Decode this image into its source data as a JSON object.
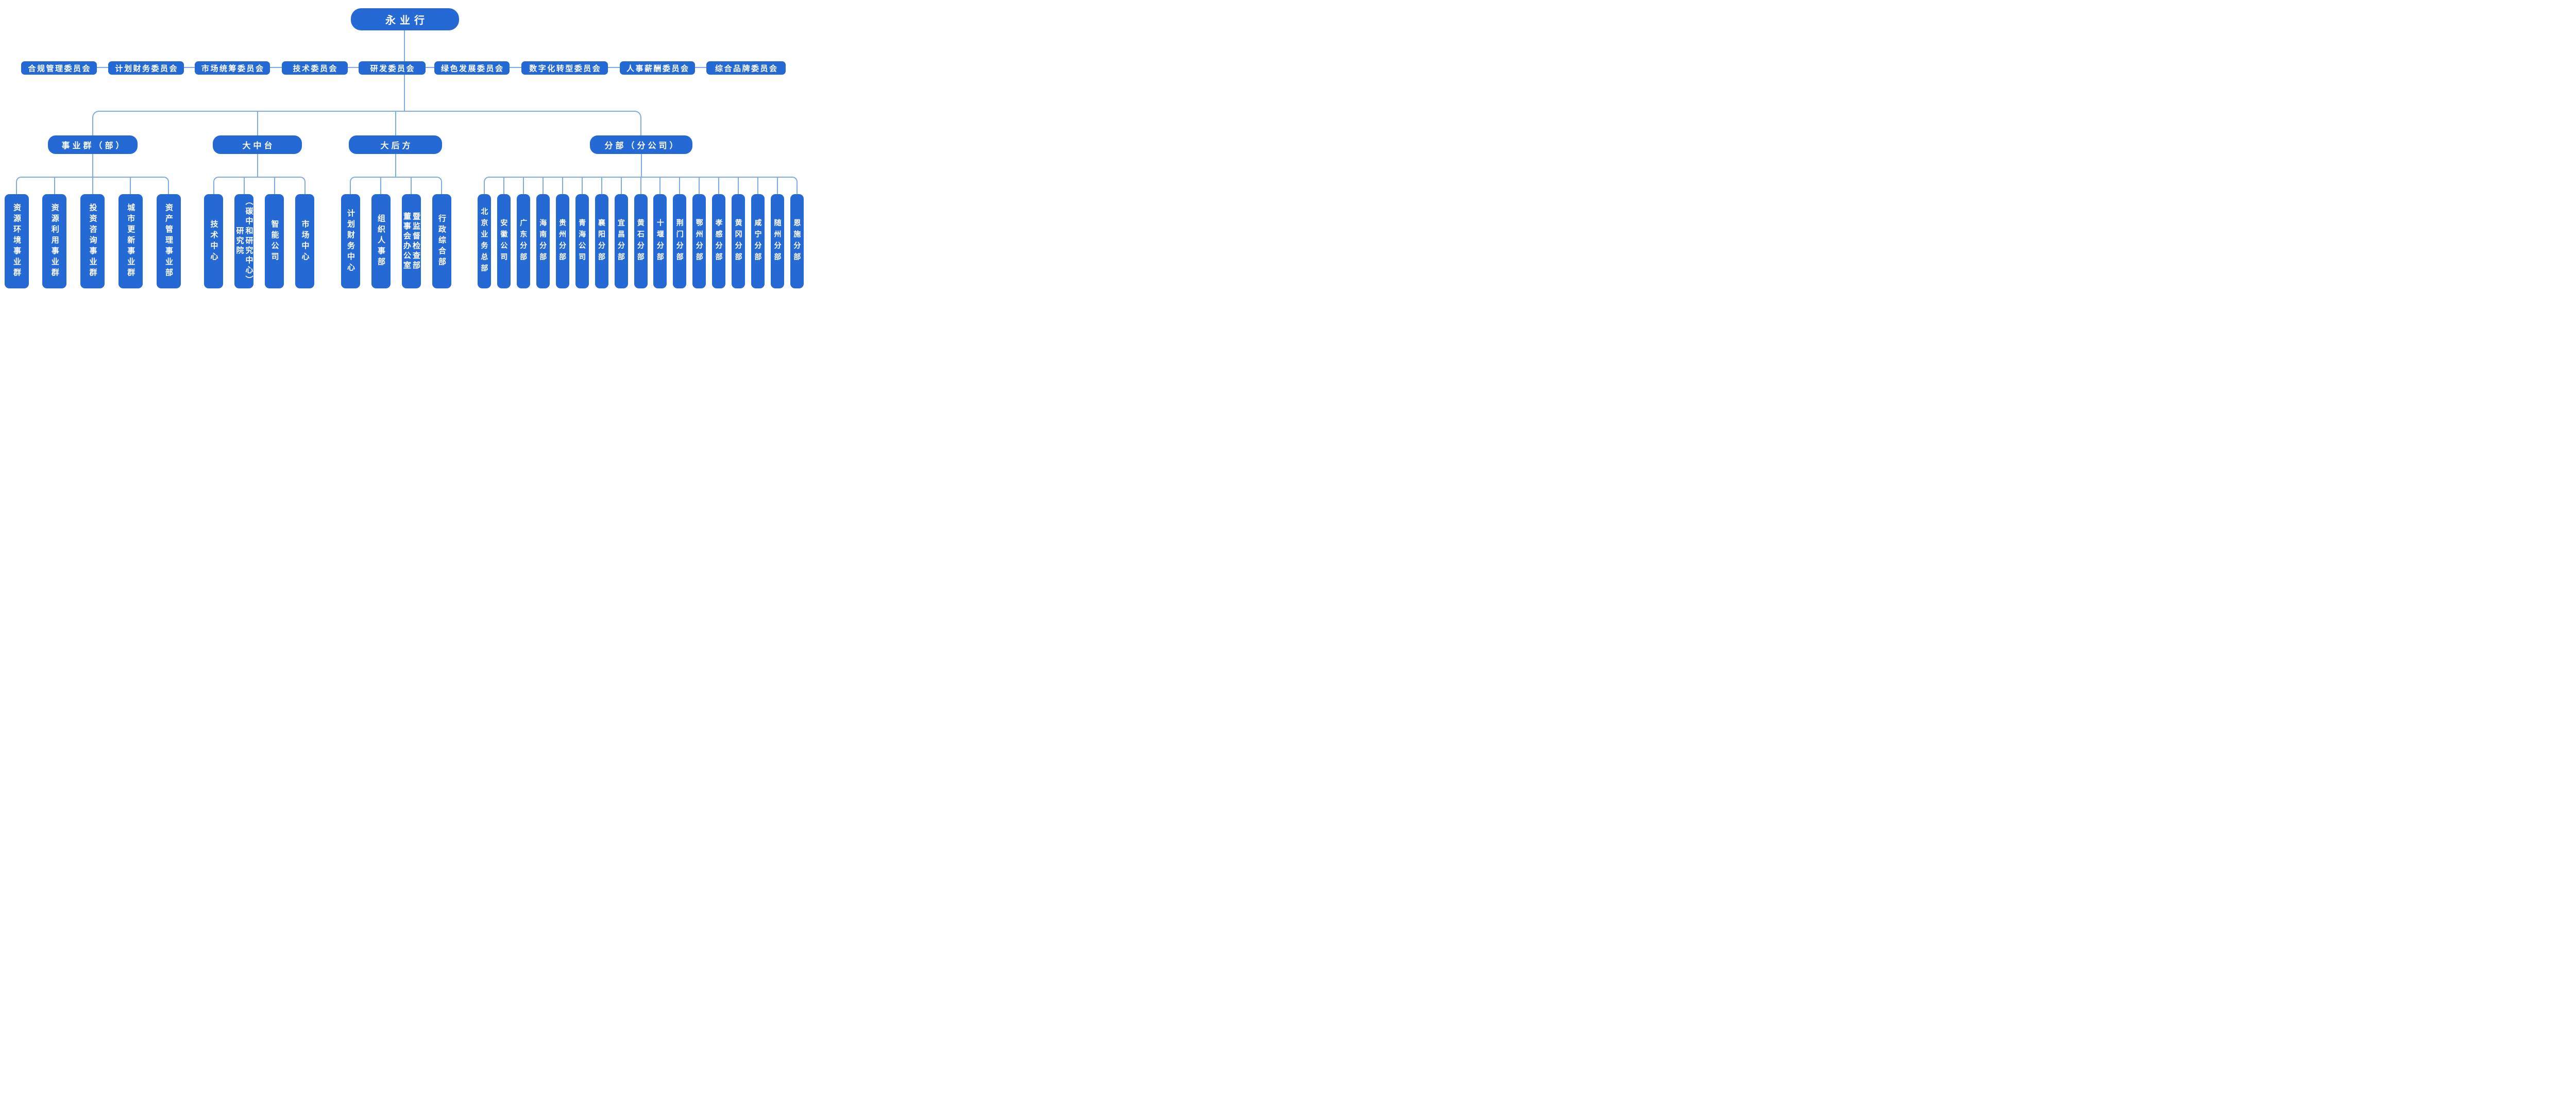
{
  "root": {
    "label": "永业行"
  },
  "committees": [
    "合规管理委员会",
    "计划财务委员会",
    "市场统筹委员会",
    "技术委员会",
    "研发委员会",
    "绿色发展委员会",
    "数字化转型委员会",
    "人事薪酬委员会",
    "综合品牌委员会"
  ],
  "branches": [
    {
      "label": "事业群（部）",
      "children": [
        "资源环境事业群",
        "资源利用事业群",
        "投资咨询事业群",
        "城市更新事业群",
        "资产管理事业部"
      ]
    },
    {
      "label": "大中台",
      "children": [
        "技术中心",
        "研究院\n（碳中和研究中心）",
        "智能公司",
        "市场中心"
      ]
    },
    {
      "label": "大后方",
      "children": [
        "计划财务中心",
        "组织人事部",
        "董事会办公室\n暨监督检查部",
        "行政综合部"
      ]
    },
    {
      "label": "分部（分公司）",
      "children": [
        "北京业务总部",
        "安徽公司",
        "广东分部",
        "海南分部",
        "贵州分部",
        "青海公司",
        "襄阳分部",
        "宜昌分部",
        "黄石分部",
        "十堰分部",
        "荆门分部",
        "鄂州分部",
        "孝感分部",
        "黄冈分部",
        "咸宁分部",
        "随州分部",
        "恩施分部"
      ]
    }
  ],
  "colors": {
    "node_fill": "#2569d4",
    "connector": "#7dabe6",
    "node_text": "#ffffff",
    "background": "#ffffff"
  }
}
